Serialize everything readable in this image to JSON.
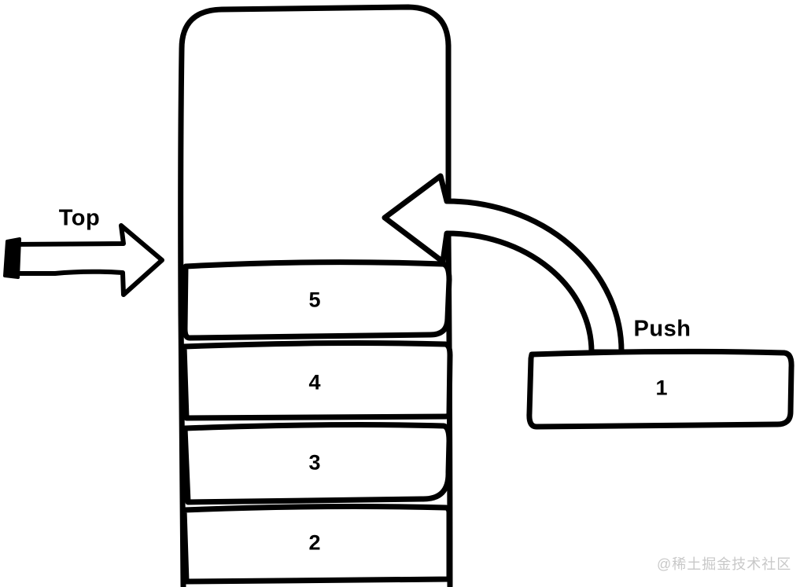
{
  "diagram": {
    "kind": "stack-push-operation",
    "labels": {
      "top_pointer": "Top",
      "operation": "Push"
    },
    "stack": {
      "items": [
        {
          "value": "5"
        },
        {
          "value": "4"
        },
        {
          "value": "3"
        },
        {
          "value": "2"
        }
      ]
    },
    "incoming_item": {
      "value": "1"
    },
    "watermark": "@稀土掘金技术社区",
    "colors": {
      "stroke": "#000000",
      "background": "#ffffff",
      "watermark": "#c8c8c8"
    }
  }
}
